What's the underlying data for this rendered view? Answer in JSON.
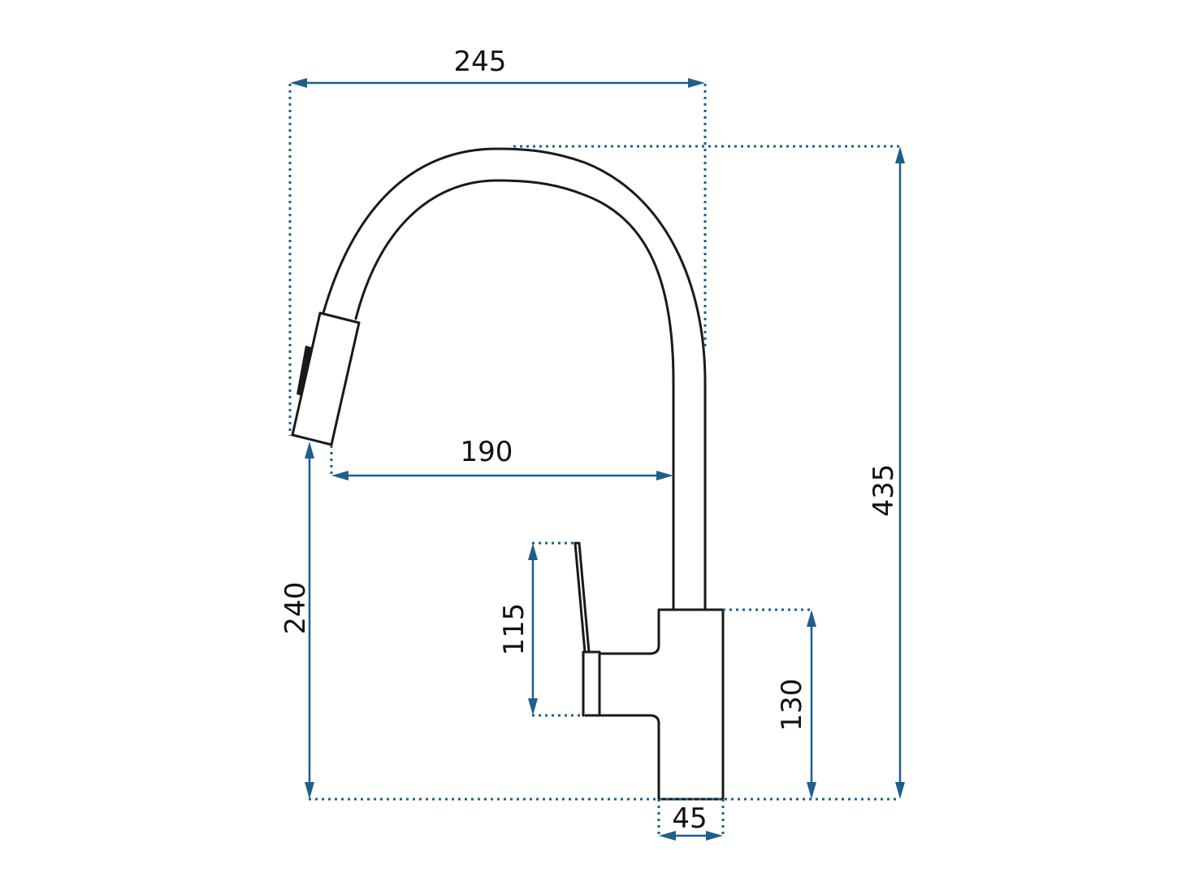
{
  "colors": {
    "dimension": "#1f5f8b",
    "outline": "#1a1a1a",
    "background": "#ffffff"
  },
  "dimensions": {
    "total_width": "245",
    "total_height": "435",
    "spout_reach": "190",
    "spout_outlet_height": "240",
    "lever_height": "115",
    "body_height": "130",
    "body_width": "45"
  }
}
